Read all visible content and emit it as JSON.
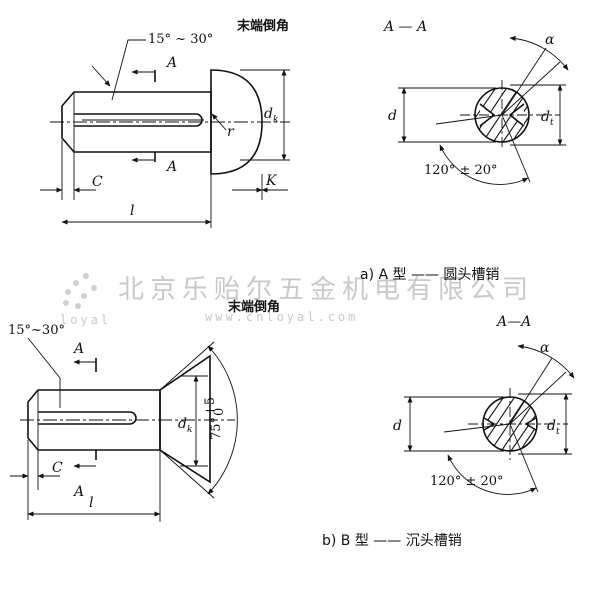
{
  "type_a": {
    "chamfer_note": "末端倒角",
    "angle_label": "15° ~ 30°",
    "section_arrow_label": "A",
    "section_title": "A — A",
    "dim_c": "C",
    "dim_l": "l",
    "dim_k": "K",
    "dim_r": "r",
    "dim_dk": "d",
    "dim_dk_sub": "k",
    "dim_d": "d",
    "dim_dt": "d",
    "dim_dt_sub": "t",
    "alpha": "α",
    "groove_angle": "120° ± 20°",
    "caption": "a) A 型 —— 圆头槽销"
  },
  "type_b": {
    "chamfer_note": "末端倒角",
    "angle_label": "15°~30°",
    "section_arrow_label": "A",
    "section_title": "A—A",
    "dim_c": "C",
    "dim_l": "l",
    "dim_dk": "d",
    "dim_dk_sub": "k",
    "countersink_angle": "75°",
    "countersink_tol_upper": "+5",
    "countersink_tol_lower": "0",
    "dim_d": "d",
    "dim_dt": "d",
    "dim_dt_sub": "t",
    "alpha": "α",
    "groove_angle": "120° ± 20°",
    "caption": "b) B 型 —— 沉头槽销"
  },
  "watermark": {
    "company": "北京乐贻尔五金机电有限公司",
    "url": "www.cnloyal.com",
    "logo_text": "loyal"
  }
}
